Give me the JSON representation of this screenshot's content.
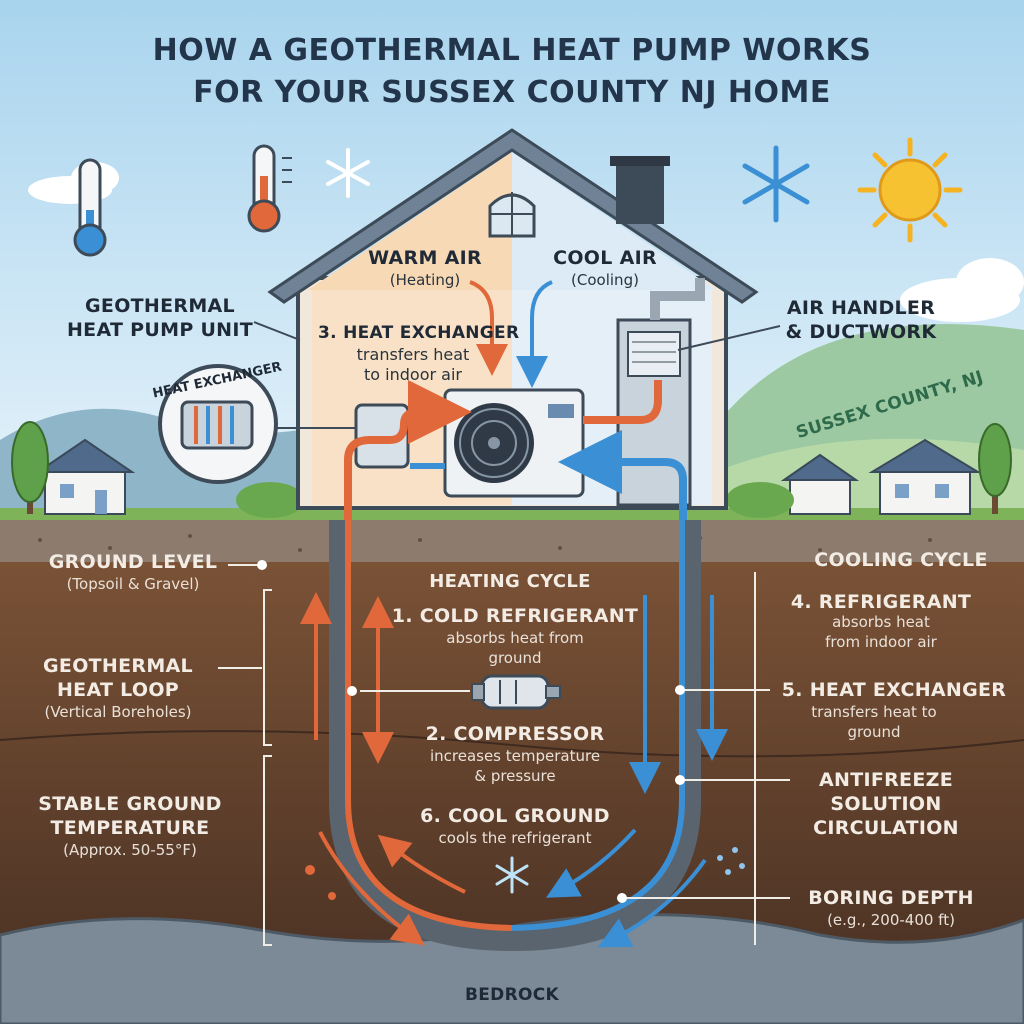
{
  "title": {
    "line1": "HOW A GEOTHERMAL HEAT PUMP WORKS",
    "line2": "FOR YOUR SUSSEX COUNTY NJ HOME"
  },
  "house": {
    "warm_air": "WARM AIR",
    "warm_air_sub": "(Heating)",
    "cool_air": "COOL AIR",
    "cool_air_sub": "(Cooling)",
    "step3_title": "3. HEAT EXCHANGER",
    "step3_line1": "transfers heat",
    "step3_line2": "to indoor air"
  },
  "callouts": {
    "heat_pump_unit_line1": "GEOTHERMAL",
    "heat_pump_unit_line2": "HEAT PUMP UNIT",
    "heat_exchanger_badge": "HEAT EXCHANGER",
    "air_handler_line1": "AIR HANDLER",
    "air_handler_line2": "& DUCTWORK",
    "region": "SUSSEX COUNTY, NJ"
  },
  "underground": {
    "ground_level": "GROUND LEVEL",
    "ground_level_sub": "(Topsoil & Gravel)",
    "loop_line1": "GEOTHERMAL",
    "loop_line2": "HEAT LOOP",
    "loop_sub": "(Vertical Boreholes)",
    "stable_line1": "STABLE GROUND",
    "stable_line2": "TEMPERATURE",
    "stable_sub": "(Approx. 50-55°F)",
    "heating_cycle": "HEATING CYCLE",
    "step1_title": "1. COLD REFRIGERANT",
    "step1_line1": "absorbs heat from",
    "step1_line2": "ground",
    "step2_title": "2. COMPRESSOR",
    "step2_line1": "increases temperature",
    "step2_line2": "& pressure",
    "step6_title": "6. COOL GROUND",
    "step6_line1": "cools the refrigerant",
    "cooling_cycle": "COOLING CYCLE",
    "step4_title": "4. REFRIGERANT",
    "step4_line1": "absorbs heat",
    "step4_line2": "from indoor air",
    "step5_title": "5. HEAT EXCHANGER",
    "step5_line1": "transfers heat to",
    "step5_line2": "ground",
    "antifreeze_line1": "ANTIFREEZE",
    "antifreeze_line2": "SOLUTION",
    "antifreeze_line3": "CIRCULATION",
    "boring_line1": "BORING DEPTH",
    "boring_sub": "(e.g., 200-400 ft)",
    "bedrock": "BEDROCK"
  },
  "colors": {
    "warm": "#e0683a",
    "cool": "#3b8fd4",
    "soil_top": "#6b4a33",
    "soil_deep": "#4a3124",
    "sky": "#cfe7f5"
  }
}
